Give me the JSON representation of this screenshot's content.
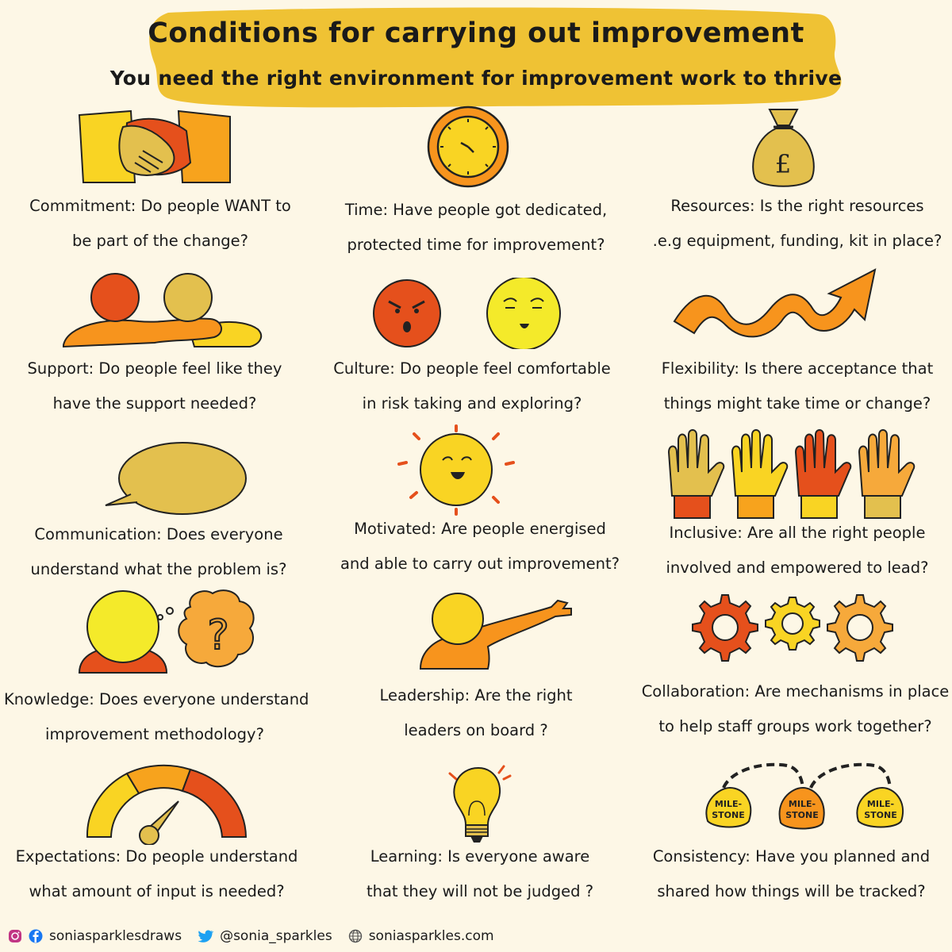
{
  "header": {
    "title": "Conditions for carrying out improvement",
    "subtitle": "You need the right environment for improvement work to thrive"
  },
  "colors": {
    "background": "#fdf7e6",
    "title_blob": "#efc234",
    "yellow": "#f4dc2a",
    "gold": "#e3c04e",
    "orange": "#f7941d",
    "red_orange": "#e5501c",
    "light_orange": "#f6a93b"
  },
  "items": [
    {
      "icon": "handshake-icon",
      "line1": "Commitment: Do people WANT to",
      "line2": "be part of the change?"
    },
    {
      "icon": "clock-icon",
      "line1": "Time: Have people got dedicated,",
      "line2": "protected time for improvement?"
    },
    {
      "icon": "money-bag-icon",
      "icon_text": "£",
      "line1": "Resources: Is the right resources",
      "line2": ".e.g equipment, funding, kit in place?"
    },
    {
      "icon": "support-people-icon",
      "line1": "Support: Do people feel like they",
      "line2": "have the support needed?"
    },
    {
      "icon": "faces-icon",
      "line1": "Culture: Do people feel comfortable",
      "line2": "in risk taking and exploring?"
    },
    {
      "icon": "wavy-arrow-icon",
      "line1": "Flexibility: Is there acceptance that",
      "line2": "things might take time or change?"
    },
    {
      "icon": "speech-bubble-icon",
      "line1": "Communication: Does everyone",
      "line2": "understand what the problem is?"
    },
    {
      "icon": "smiling-sun-icon",
      "line1": "Motivated: Are people energised",
      "line2": "and able to carry out improvement?"
    },
    {
      "icon": "raised-hands-icon",
      "line1": "Inclusive: Are all the right people",
      "line2": "involved and empowered to lead?"
    },
    {
      "icon": "thinking-person-icon",
      "icon_text": "?",
      "line1": "Knowledge: Does everyone understand",
      "line2": "improvement  methodology?"
    },
    {
      "icon": "pointing-person-icon",
      "line1": "Leadership: Are the right",
      "line2": "leaders on board ?"
    },
    {
      "icon": "gears-icon",
      "line1": "Collaboration: Are mechanisms in place",
      "line2": "to help staff groups work together?"
    },
    {
      "icon": "gauge-icon",
      "line1": "Expectations: Do people understand",
      "line2": "what amount of input is needed?"
    },
    {
      "icon": "lightbulb-icon",
      "line1": "Learning: Is everyone aware",
      "line2": "that they will not be judged ?"
    },
    {
      "icon": "milestones-icon",
      "milestone_line1": "MILE-",
      "milestone_line2": "STONE",
      "line1": "Consistency: Have you planned and",
      "line2": "shared how things will be tracked?"
    }
  ],
  "footer": {
    "instagram_facebook": "soniasparklesdraws",
    "twitter": "@sonia_sparkles",
    "website": "soniasparkles.com"
  }
}
